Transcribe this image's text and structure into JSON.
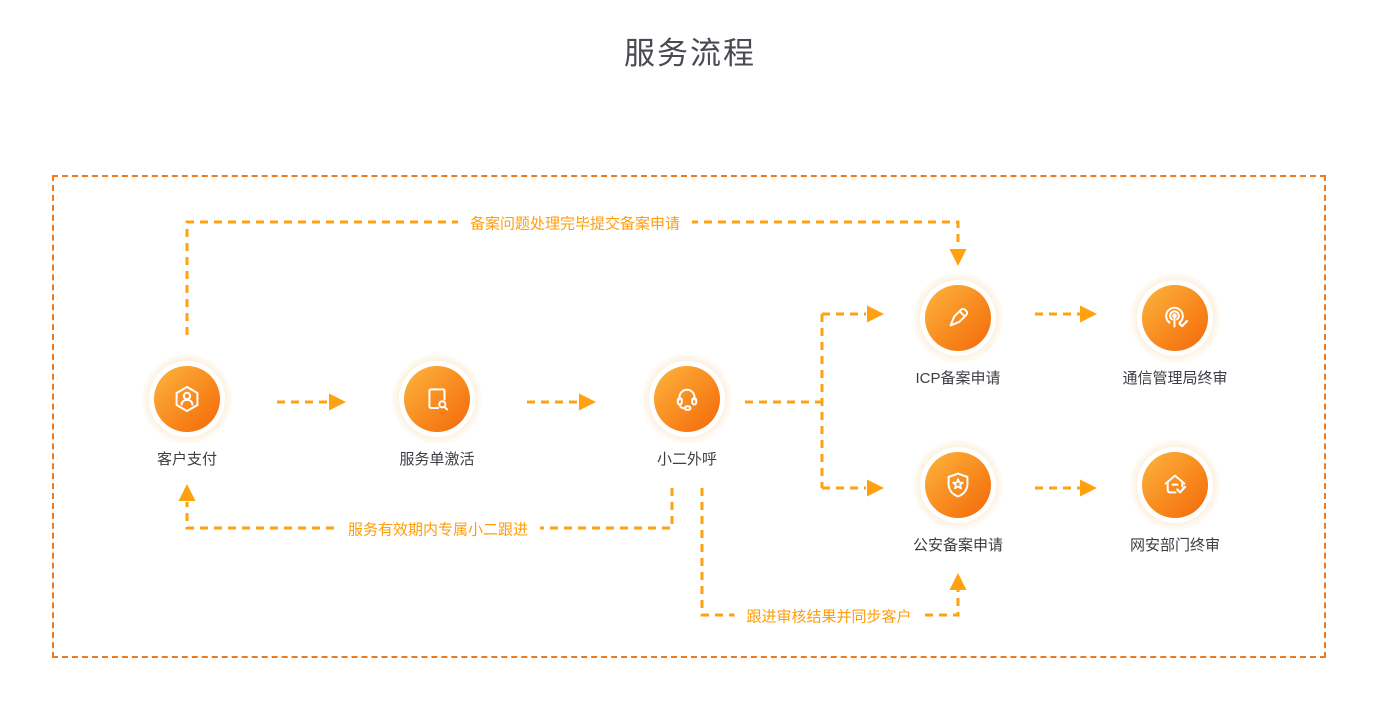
{
  "title": "服务流程",
  "flow": {
    "nodes": [
      {
        "id": "customer-payment",
        "label": "客户支付",
        "icon": "user-hexagon-icon"
      },
      {
        "id": "service-order-activation",
        "label": "服务单激活",
        "icon": "document-activate-icon"
      },
      {
        "id": "agent-outbound-call",
        "label": "小二外呼",
        "icon": "headset-icon"
      },
      {
        "id": "icp-filing-application",
        "label": "ICP备案申请",
        "icon": "pencil-icon"
      },
      {
        "id": "miit-final-review",
        "label": "通信管理局终审",
        "icon": "broadcast-check-icon"
      },
      {
        "id": "police-filing-application",
        "label": "公安备案申请",
        "icon": "shield-star-icon"
      },
      {
        "id": "cyber-dept-final-review",
        "label": "网安部门终审",
        "icon": "house-check-icon"
      }
    ],
    "edge_labels": [
      {
        "id": "resubmit-after-fix",
        "text": "备案问题处理完毕提交备案申请"
      },
      {
        "id": "dedicated-follow-up",
        "text": "服务有效期内专属小二跟进"
      },
      {
        "id": "sync-review-result",
        "text": "跟进审核结果并同步客户"
      }
    ]
  },
  "colors": {
    "connector_orange": "#FFA110",
    "border_orange": "#EE7A20",
    "edge_label_orange": "#FF9D0A",
    "node_gradient_start": "#FCB53F",
    "node_gradient_end": "#F3680A",
    "title_color": "#4A4A52",
    "node_label_color": "#3D3D44"
  }
}
